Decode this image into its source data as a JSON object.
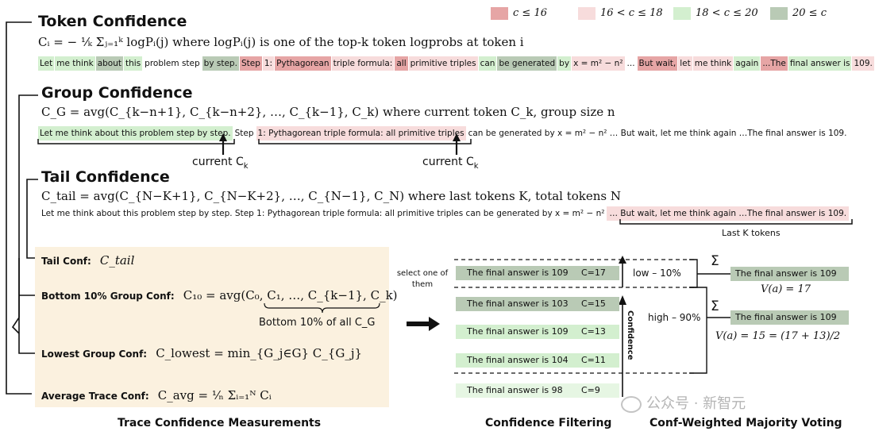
{
  "legend": [
    {
      "label": "c ≤ 16",
      "color": "#e6a5a5"
    },
    {
      "label": "16 < c ≤ 18",
      "color": "#f7dcdc"
    },
    {
      "label": "18 < c ≤ 20",
      "color": "#d3efcf"
    },
    {
      "label": "20 ≤ c",
      "color": "#b9cab5"
    }
  ],
  "token_confidence": {
    "title": "Token Confidence",
    "formula": "Cᵢ = − ¹⁄ₖ Σⱼ₌₁ᵏ logPᵢ(j) where logPᵢ(j) is one of the top-k token logprobs at token i",
    "tokens": [
      {
        "text": "Let",
        "color": "#d3efcf"
      },
      {
        "text": "me think",
        "color": "#d3efcf"
      },
      {
        "text": "about",
        "color": "#b9cab5"
      },
      {
        "text": "this",
        "color": "#d3efcf"
      },
      {
        "text": "problem step",
        "color": "#ffffff"
      },
      {
        "text": "by step.",
        "color": "#b9cab5"
      },
      {
        "text": "Step",
        "color": "#e6a5a5"
      },
      {
        "text": "1:",
        "color": "#f7dcdc"
      },
      {
        "text": "Pythagorean",
        "color": "#e6a5a5"
      },
      {
        "text": "triple formula:",
        "color": "#f7dcdc"
      },
      {
        "text": "all",
        "color": "#e6a5a5"
      },
      {
        "text": "primitive triples",
        "color": "#f7dcdc"
      },
      {
        "text": "can",
        "color": "#d3efcf"
      },
      {
        "text": "be generated",
        "color": "#b9cab5"
      },
      {
        "text": "by",
        "color": "#d3efcf"
      },
      {
        "text": "x = m² − n²",
        "color": "#f7dcdc"
      },
      {
        "text": "...",
        "color": "#ffffff"
      },
      {
        "text": "But wait,",
        "color": "#e6a5a5"
      },
      {
        "text": "let",
        "color": "#f7dcdc"
      },
      {
        "text": "me think",
        "color": "#f7dcdc"
      },
      {
        "text": "again",
        "color": "#d3efcf"
      },
      {
        "text": "...The",
        "color": "#e6a5a5"
      },
      {
        "text": "final answer is",
        "color": "#d3efcf"
      },
      {
        "text": "109.",
        "color": "#f7dcdc"
      }
    ]
  },
  "group_confidence": {
    "title": "Group Confidence",
    "formula": "C_G = avg(C_{k−n+1}, C_{k−n+2}, …, C_{k−1}, C_k) where current token C_k, group size n",
    "seg1": "Let me think about this problem step by step.",
    "seg2": "Step",
    "seg3": "1: Pythagorean triple formula: all primitive triples",
    "seg4": "can be generated by x = m² − n² … But wait, let me think again …The final answer is 109.",
    "current_label_1": "current C",
    "current_sub_1": "k",
    "current_label_2": "current  C",
    "current_sub_2": "k"
  },
  "tail_confidence": {
    "title": "Tail Confidence",
    "formula": "C_tail = avg(C_{N−K+1}, C_{N−K+2}, …, C_{N−1}, C_N) where last tokens K, total tokens N",
    "seg1": "Let me think about this problem step by step. Step 1: Pythagorean triple formula: all primitive triples can be generated by x = m² − n²",
    "seg2": "… But wait, let me think again …The final answer is 109.",
    "last_label": "Last K tokens"
  },
  "measurements": {
    "tail": {
      "label": "Tail Conf:",
      "formula": "C_tail"
    },
    "bottom": {
      "label": "Bottom 10% Group Conf:",
      "formula": "C₁₀ = avg(C₀, C₁, …, C_{k−1}, C_k)",
      "note": "Bottom 10% of all C_G"
    },
    "lowest": {
      "label": "Lowest Group Conf:",
      "formula": "C_lowest = min_{G_j∈G} C_{G_j}"
    },
    "average": {
      "label": "Average Trace Conf:",
      "formula": "C_avg = ¹⁄ₙ Σᵢ₌₁ᴺ Cᵢ"
    },
    "caption": "Trace Confidence Measurements"
  },
  "select_label": "select one of them",
  "filtering": {
    "answers": [
      {
        "text": "The final answer is 109",
        "conf": "C=17",
        "color": "#b9cab5"
      },
      {
        "text": "The final answer is 103",
        "conf": "C=15",
        "color": "#b9cab5"
      },
      {
        "text": "The final answer is 109",
        "conf": "C=13",
        "color": "#d3efcf"
      },
      {
        "text": "The final answer is 104",
        "conf": "C=11",
        "color": "#d3efcf"
      },
      {
        "text": "The final answer is 98",
        "conf": "C=9",
        "color": "#e6f6e3"
      }
    ],
    "axis_label": "Confidence",
    "low_label": "low – 10%",
    "high_label": "high – 90%",
    "caption": "Confidence Filtering"
  },
  "voting": {
    "sigma": "Σ",
    "low_answer": "The final answer is 109",
    "low_value": "V(a) = 17",
    "high_answer": "The final answer is 109",
    "high_value": "V(a) = 15 = (17 + 13)/2",
    "caption": "Conf-Weighted Majority Voting"
  },
  "watermark": "公众号 · 新智元"
}
